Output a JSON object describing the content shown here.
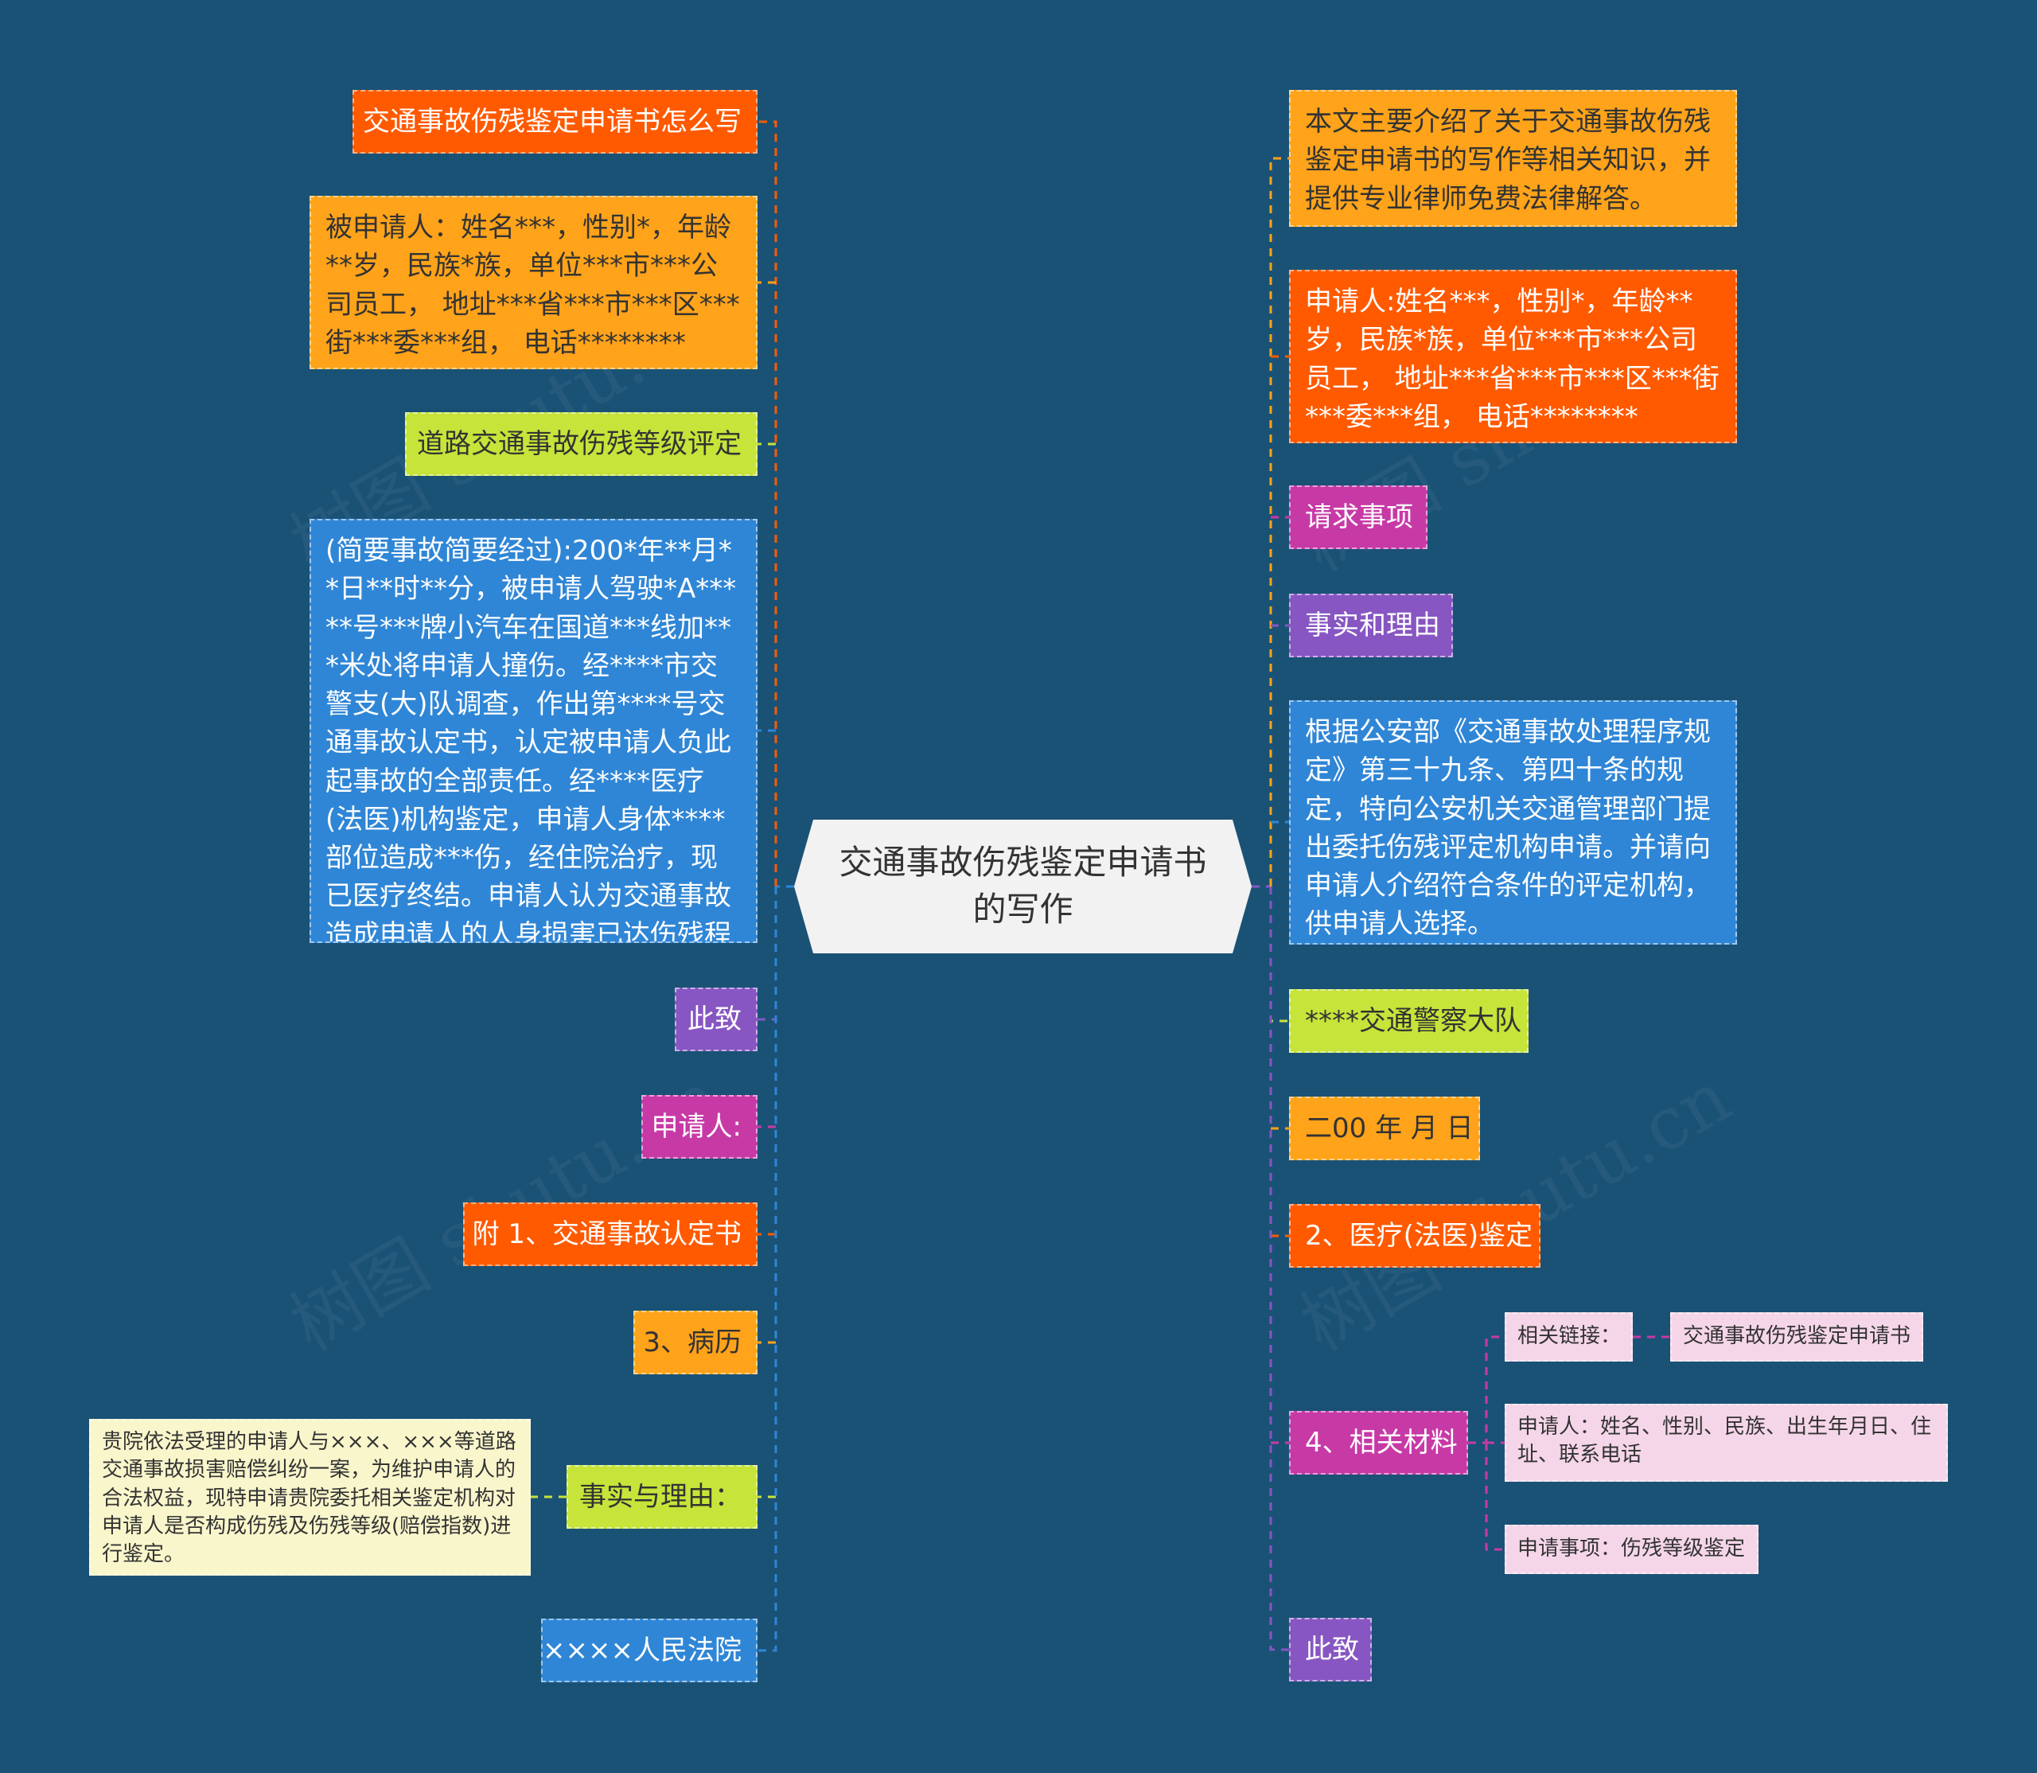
{
  "colors": {
    "background": "#1a5276",
    "orange": "#ff5a00",
    "amber": "#ffa31a",
    "lime": "#c6e43a",
    "blue": "#2f86d6",
    "purple": "#8756c2",
    "magenta": "#c73aa6",
    "pink": "#f5d6e8",
    "cream": "#f9f6cc"
  },
  "root": {
    "title": "交通事故伤残鉴定申请书的写作"
  },
  "left": {
    "how_to_write": "交通事故伤残鉴定申请书怎么写",
    "respondent": "被申请人：姓名***，性别*，年龄**岁，民族*族，单位***市***公司员工， 地址***省***市***区***街***委***组， 电话********",
    "grade_assessment": "道路交通事故伤残等级评定",
    "accident_summary": "(简要事故简要经过):200*年**月**日**时**分，被申请人驾驶*A*****号***牌小汽车在国道***线加***米处将申请人撞伤。经****市交警支(大)队调查，作出第****号交通事故认定书，认定被申请人负此起事故的全部责任。经****医疗(法医)机构鉴定，申请人身体****部位造成***伤，经住院治疗，现已医疗终结。申请人认为交通事故造成申请人的人身损害已达伤残程度。",
    "sincerely": "此致",
    "applicant": "申请人:",
    "attachment_1": "附 1、交通事故认定书",
    "attachment_3": "3、病历",
    "facts_reasons": "事实与理由：",
    "court_text": "贵院依法受理的申请人与×××、×××等道路交通事故损害赔偿纠纷一案，为维护申请人的合法权益，现特申请贵院委托相关鉴定机构对申请人是否构成伤残及伤残等级(赔偿指数)进行鉴定。",
    "court": "××××人民法院"
  },
  "right": {
    "intro": "本文主要介绍了关于交通事故伤残鉴定申请书的写作等相关知识，并提供专业律师免费法律解答。",
    "applicant_info": "申请人:姓名***，性别*，年龄**岁，民族*族，单位***市***公司员工， 地址***省***市***区***街***委***组， 电话********",
    "requests": "请求事项",
    "facts_and_reasons": "事实和理由",
    "legal_basis": "根据公安部《交通事故处理程序规定》第三十九条、第四十条的规定，特向公安机关交通管理部门提出委托伤残评定机构申请。并请向申请人介绍符合条件的评定机构，供申请人选择。",
    "police": "****交通警察大队",
    "date": "二00 年 月 日",
    "attachment_2": "2、医疗(法医)鉴定",
    "related_materials": "4、相关材料",
    "related_link_label": "相关链接：",
    "related_link": "交通事故伤残鉴定申请书",
    "applicant_fields": "申请人：姓名、性别、民族、出生年月日、住址、联系电话",
    "request_item": "申请事项：伤残等级鉴定",
    "sincerely": "此致"
  },
  "watermark": "树图 shutu.cn"
}
